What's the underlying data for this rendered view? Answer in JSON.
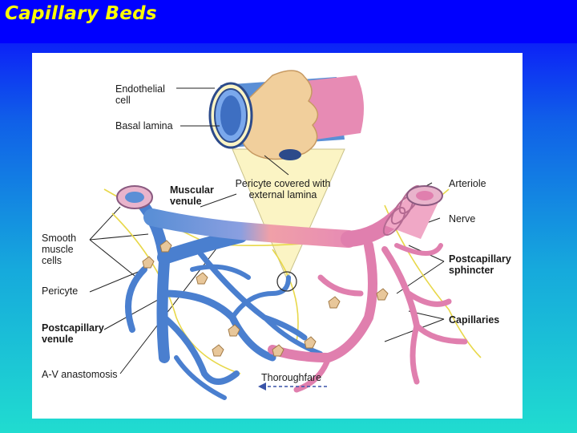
{
  "slide": {
    "title": "Capillary Beds"
  },
  "labels": {
    "endothelial_cell": "Endothelial\ncell",
    "basal_lamina": "Basal lamina",
    "pericyte_covered": "Pericyte covered with\nexternal lamina",
    "muscular_venule": "Muscular\nvenule",
    "smooth_muscle_cells": "Smooth\nmuscle\ncells",
    "pericyte": "Pericyte",
    "postcapillary_venule": "Postcapillary\nvenule",
    "av_anastomosis": "A-V anastomosis",
    "thoroughfare": "Thoroughfare",
    "arteriole": "Arteriole",
    "nerve": "Nerve",
    "postcapillary_sphincter": "Postcapillary\nsphincter",
    "capillaries": "Capillaries"
  },
  "colors": {
    "venous_blue": "#5b8fd6",
    "arterial_pink": "#e78bb4",
    "pericyte_tan": "#e8c79a",
    "nerve_yellow": "#e8d84a",
    "zoom_cone": "#fbf4c4"
  }
}
